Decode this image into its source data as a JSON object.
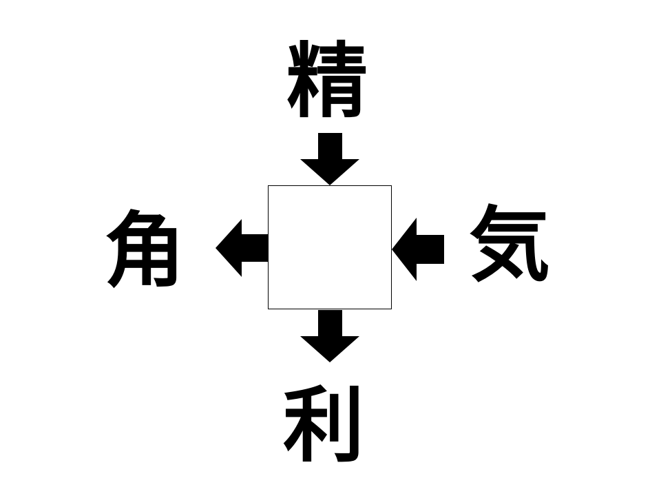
{
  "puzzle": {
    "top": "精",
    "bottom": "利",
    "left": "角",
    "right": "気",
    "answer": ""
  },
  "colors": {
    "ink": "#000000",
    "background": "#ffffff"
  },
  "icons": {
    "arrow_top": "arrow-down-icon",
    "arrow_bottom": "arrow-down-icon",
    "arrow_left": "arrow-left-icon",
    "arrow_right": "arrow-left-icon"
  }
}
